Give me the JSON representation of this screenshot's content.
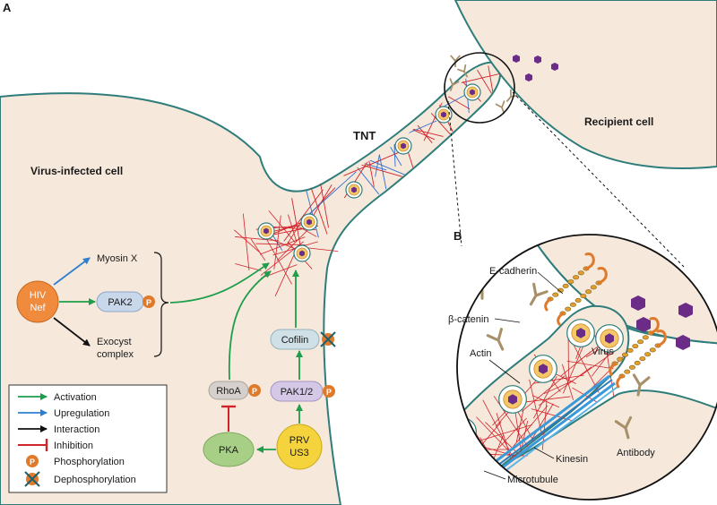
{
  "panel_a_label": "A",
  "panel_b_label": "B",
  "cells": {
    "infected": "Virus-infected cell",
    "recipient": "Recipient cell",
    "tnt": "TNT"
  },
  "nodes": {
    "hiv_line1": "HIV",
    "hiv_line2": "Nef",
    "myosin": "Myosin X",
    "pak2": "PAK2",
    "exocyst_line1": "Exocyst",
    "exocyst_line2": "complex",
    "cofilin": "Cofilin",
    "pak12": "PAK1/2",
    "rhoa": "RhoA",
    "pka": "PKA",
    "prv_line1": "PRV",
    "prv_line2": "US3",
    "phospho_symbol": "P"
  },
  "legend": {
    "activation": "Activation",
    "upregulation": "Upregulation",
    "interaction": "Interaction",
    "inhibition": "Inhibition",
    "phosphorylation": "Phosphorylation",
    "dephosphorylation": "Dephosphorylation"
  },
  "inset": {
    "ecadherin": "E-cadherin",
    "catenin": "β-catenin",
    "actin": "Actin",
    "virus": "Virus",
    "kinesin": "Kinesin",
    "antibody": "Antibody",
    "microtubule": "Microtubule"
  },
  "colors": {
    "cell_fill": "#f6e9dc",
    "membrane": "#2e7d7b",
    "activation": "#1e9e4a",
    "upregulation": "#2f7fd0",
    "inhibition": "#d1232a",
    "hiv": "#f08a3c",
    "pak2": "#c9d7ea",
    "cofilin": "#cfe0e6",
    "pak12": "#d5c8e6",
    "rhoa": "#d5d0cc",
    "pka": "#a7cf86",
    "prv": "#f4d33c",
    "phospho": "#e07a2b",
    "virus_purple": "#6a2c86",
    "antibody": "#a8906a",
    "microtubule": "#3a9ad9"
  }
}
